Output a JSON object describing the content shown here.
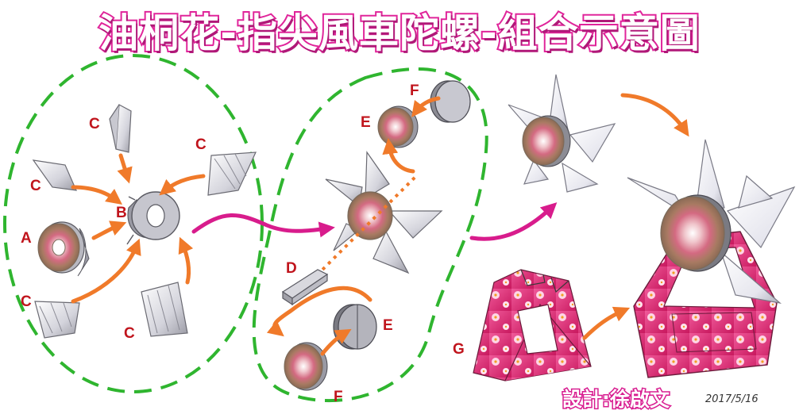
{
  "title": "油桐花-指尖風車陀螺-組合示意圖",
  "labels": {
    "a": "A",
    "b": "B",
    "c": "C",
    "d": "D",
    "e": "E",
    "f": "F",
    "g": "G"
  },
  "credit": "設計:徐啟文",
  "date": "2017/5/16",
  "colors": {
    "title_outline": "#e0249a",
    "dashed_group": "#2fb52f",
    "orange_arrow": "#f07a2a",
    "magenta_arrow": "#d81c8c",
    "label": "#c0141c"
  }
}
